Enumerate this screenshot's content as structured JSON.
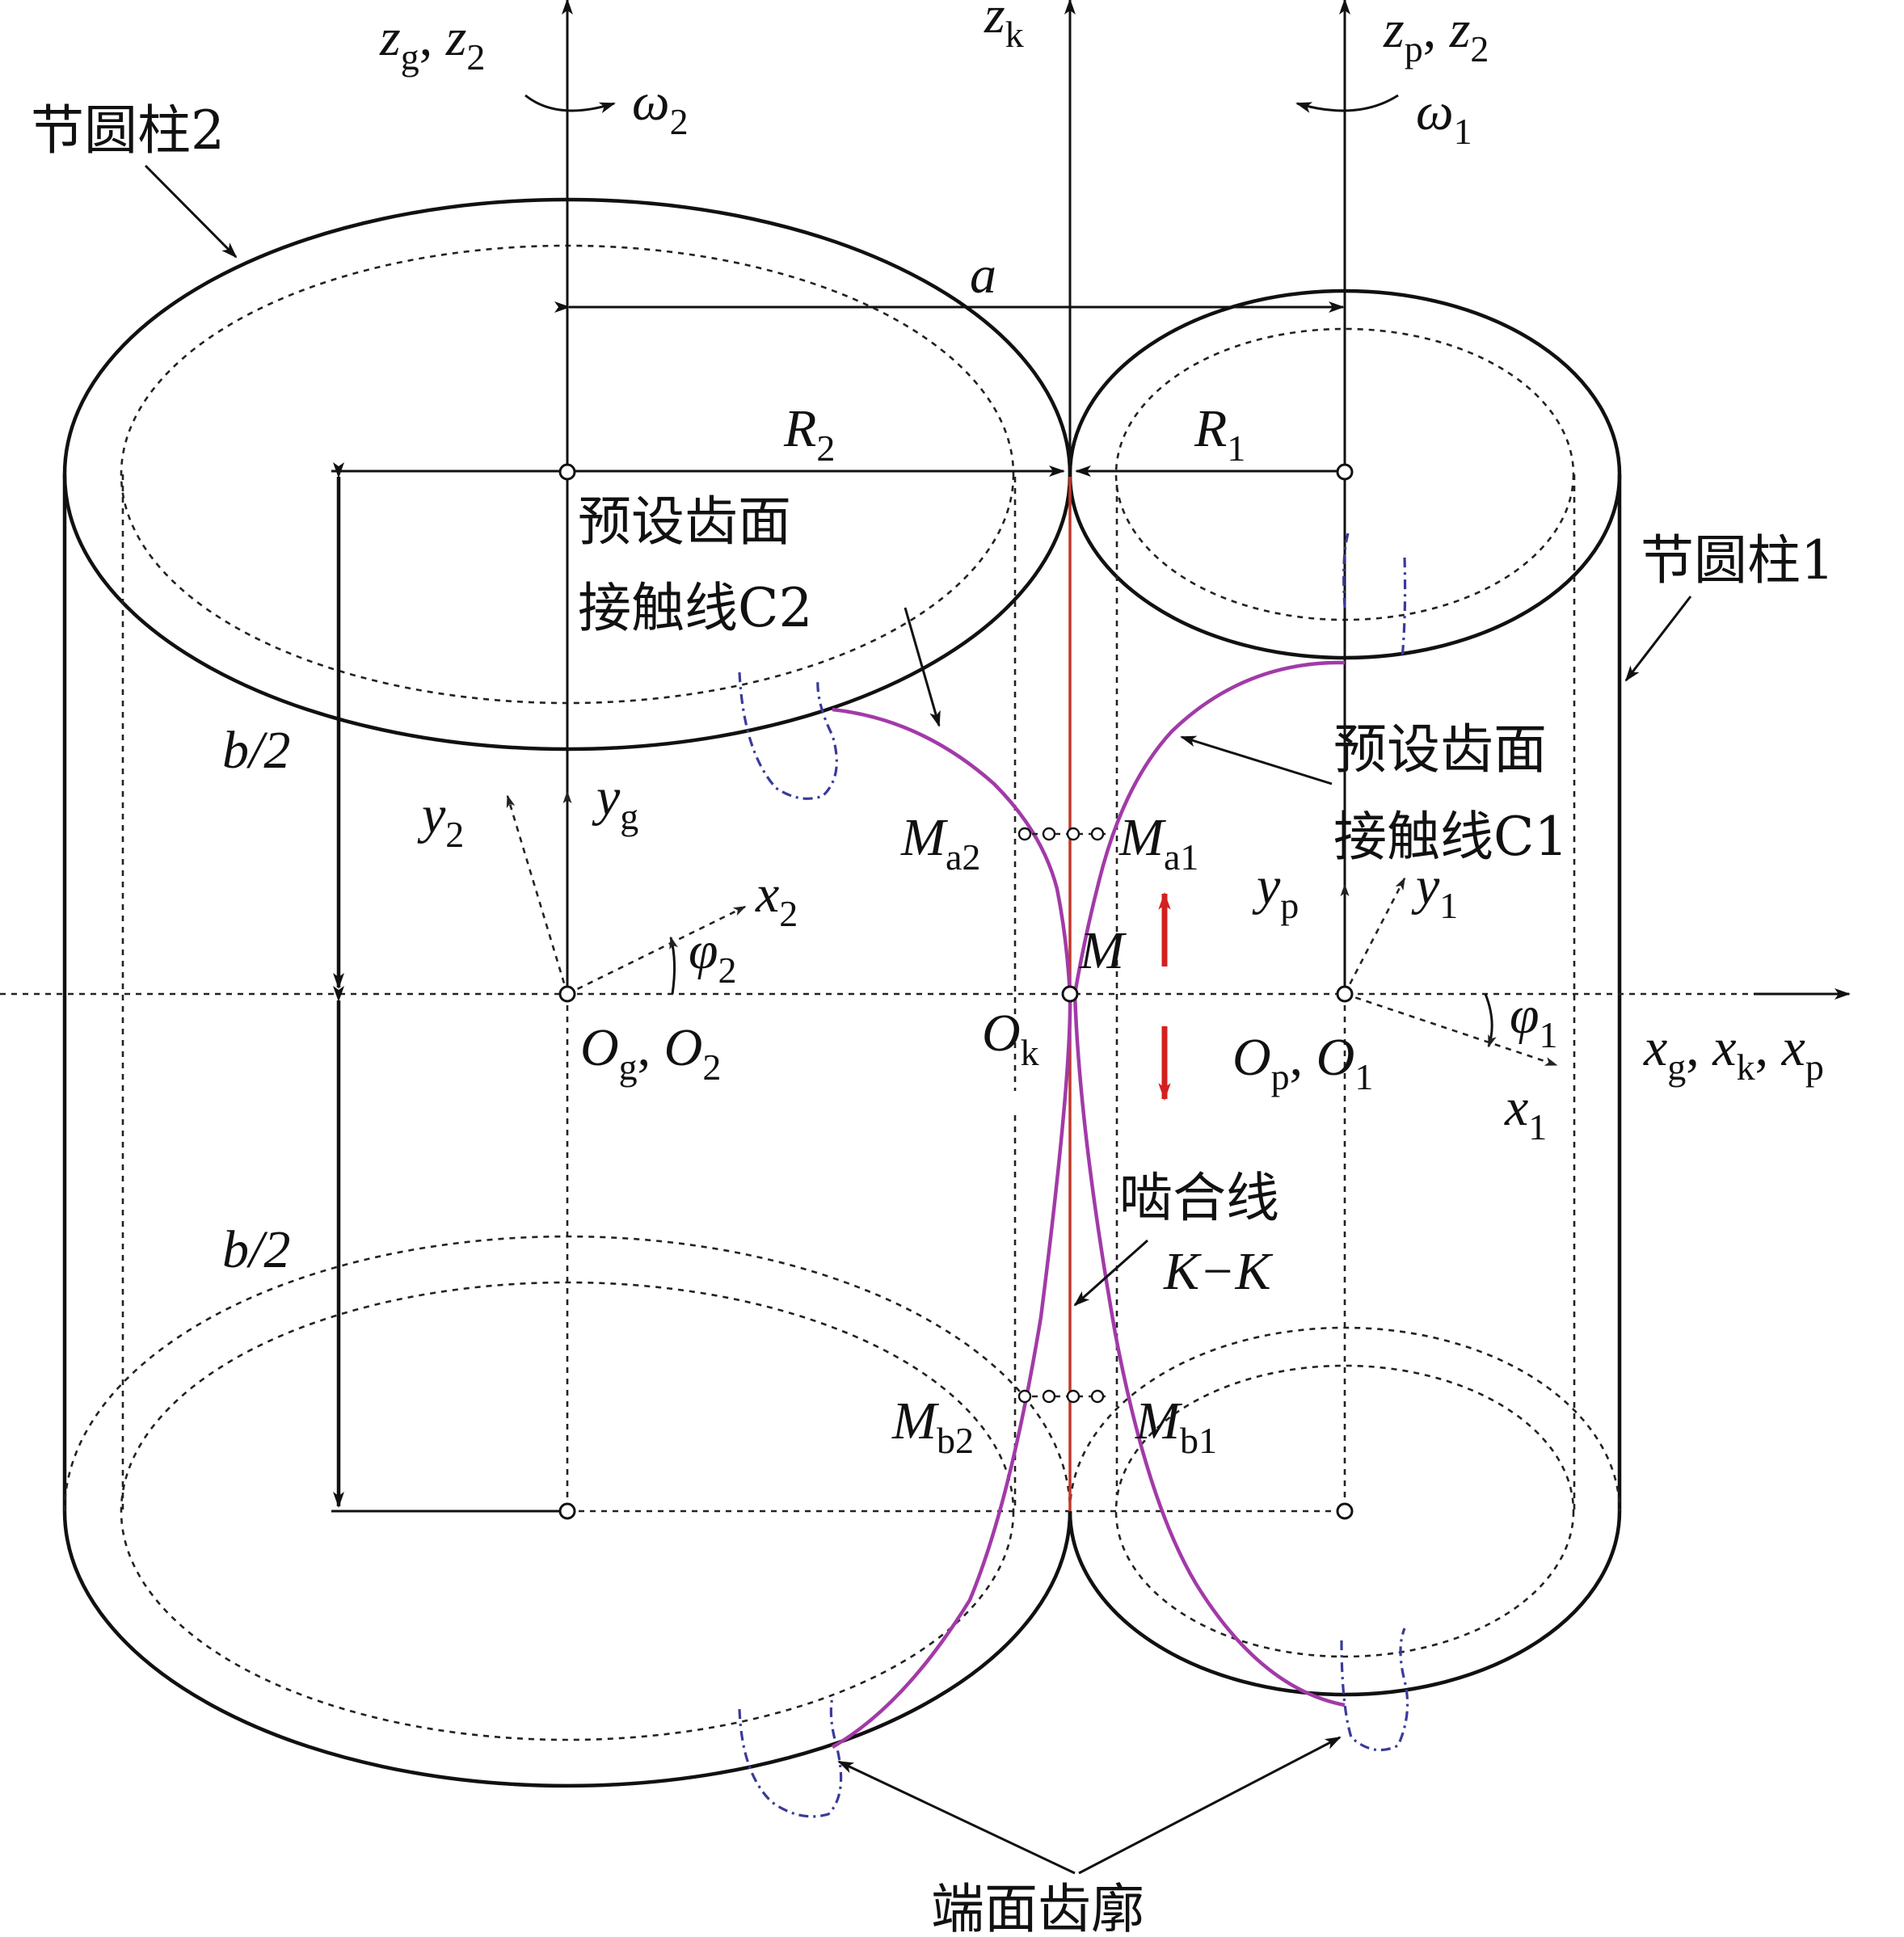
{
  "labels": {
    "cyl2": "节圆柱2",
    "cyl1": "节圆柱1",
    "contact_c2_line1": "预设齿面",
    "contact_c2_line2": "接触线C2",
    "contact_c1_line1": "预设齿面",
    "contact_c1_line2": "接触线C1",
    "meshing_line": "啮合线",
    "meshing_kk": "K−K",
    "end_profile": "端面齿廓"
  },
  "symbols": {
    "a": "a",
    "R2": {
      "base": "R",
      "sub": "2"
    },
    "R1": {
      "base": "R",
      "sub": "1"
    },
    "b_half_top": "b/2",
    "b_half_bottom": "b/2",
    "zg_z2": {
      "b1": "z",
      "s1": "g",
      "mid": ", ",
      "b2": "z",
      "s2": "2"
    },
    "zk": {
      "base": "z",
      "sub": "k"
    },
    "zp_z2": {
      "b1": "z",
      "s1": "p",
      "mid": ", ",
      "b2": "z",
      "s2": "2"
    },
    "omega2": {
      "base": "ω",
      "sub": "2"
    },
    "omega1": {
      "base": "ω",
      "sub": "1"
    },
    "y2": {
      "base": "y",
      "sub": "2"
    },
    "yg": {
      "base": "y",
      "sub": "g"
    },
    "x2": {
      "base": "x",
      "sub": "2"
    },
    "phi2": {
      "base": "φ",
      "sub": "2"
    },
    "yp": {
      "base": "y",
      "sub": "p"
    },
    "y1": {
      "base": "y",
      "sub": "1"
    },
    "phi1": {
      "base": "φ",
      "sub": "1"
    },
    "x1": {
      "base": "x",
      "sub": "1"
    },
    "Og_O2": {
      "b1": "O",
      "s1": "g",
      "mid": ", ",
      "b2": "O",
      "s2": "2"
    },
    "Ok": {
      "base": "O",
      "sub": "k"
    },
    "Op_O1": {
      "b1": "O",
      "s1": "p",
      "mid": ", ",
      "b2": "O",
      "s2": "1"
    },
    "xaxis": {
      "b1": "x",
      "s1": "g",
      "m1": ", ",
      "b2": "x",
      "s2": "k",
      "m2": ", ",
      "b3": "x",
      "s3": "p"
    },
    "M": "M",
    "Ma2": {
      "base": "M",
      "sub": "a2"
    },
    "Ma1": {
      "base": "M",
      "sub": "a1"
    },
    "Mb2": {
      "base": "M",
      "sub": "b2"
    },
    "Mb1": {
      "base": "M",
      "sub": "b1"
    }
  },
  "colors": {
    "contact_line": "#a23aa8",
    "meshing_line": "#c0392b",
    "end_profile": "#3a3a9a",
    "direction_arrow": "#d42020"
  }
}
